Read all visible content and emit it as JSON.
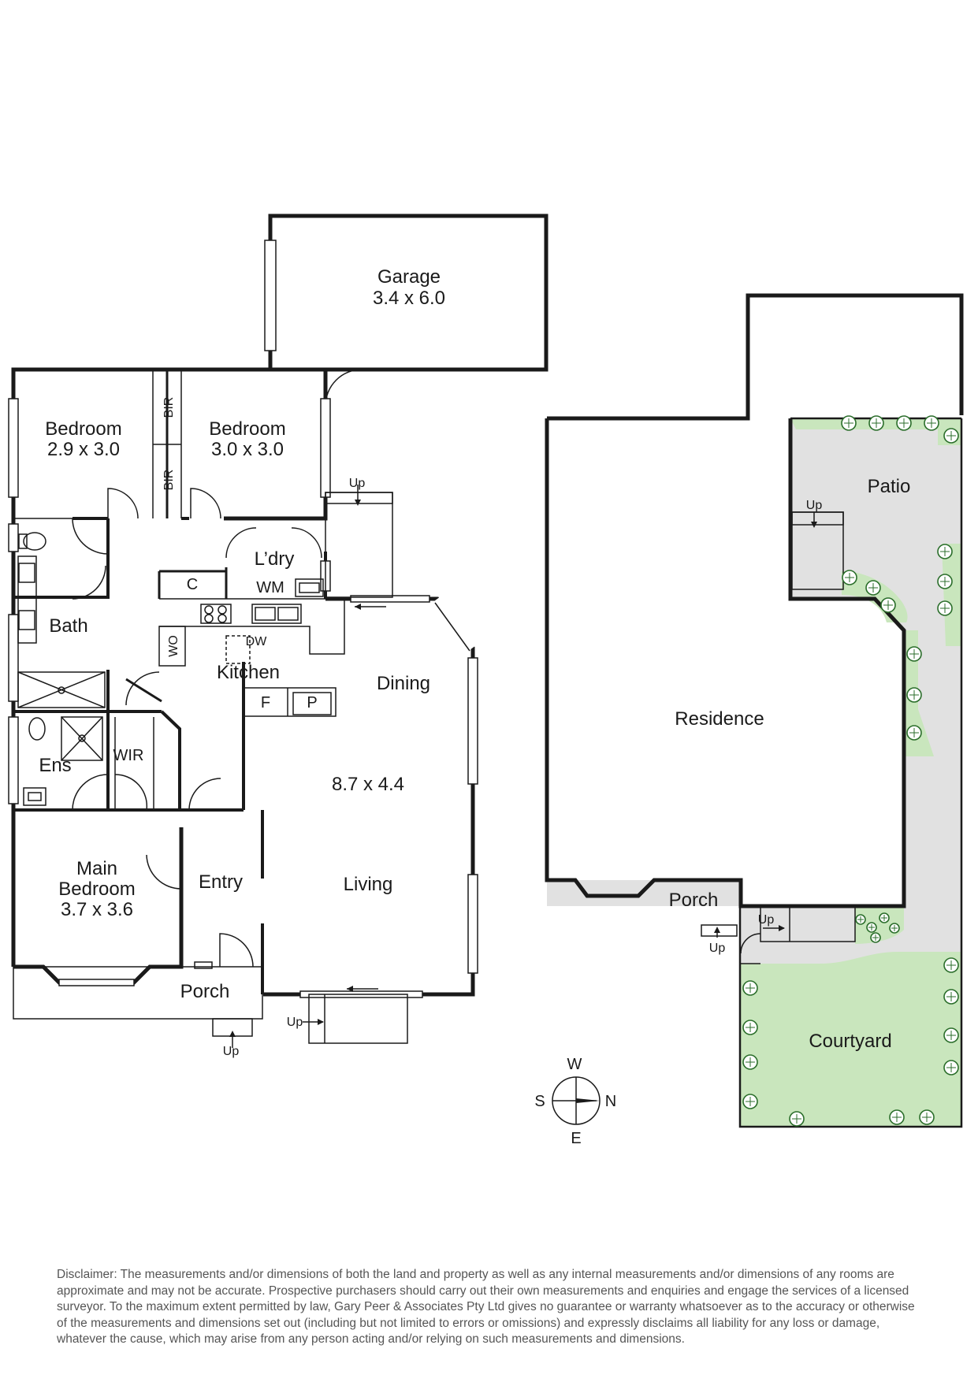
{
  "rooms": {
    "garage": {
      "name": "Garage",
      "dims": "3.4 x 6.0"
    },
    "bedroom_left": {
      "name": "Bedroom",
      "dims": "2.9 x 3.0"
    },
    "bedroom_right": {
      "name": "Bedroom",
      "dims": "3.0 x 3.0"
    },
    "bir": "BIR",
    "laundry": "L’dry",
    "wm": "WM",
    "cupboard": "C",
    "bath": "Bath",
    "wo": "WO",
    "dw": "DW",
    "kitchen": "Kitchen",
    "fridge": "F",
    "pantry": "P",
    "dining": "Dining",
    "living_dims": "8.7 x 4.4",
    "living": "Living",
    "ens": "Ens",
    "wir": "WIR",
    "main_bedroom": {
      "line1": "Main",
      "line2": "Bedroom",
      "dims": "3.7 x 3.6"
    },
    "entry": "Entry",
    "porch": "Porch",
    "up": "Up"
  },
  "site": {
    "residence": "Residence",
    "patio": "Patio",
    "porch": "Porch",
    "courtyard": "Courtyard",
    "up": "Up"
  },
  "compass": {
    "north": "N",
    "south": "S",
    "east": "E",
    "west": "W"
  },
  "colors": {
    "wall": "#1a1a1a",
    "paving": "#e1e1e1",
    "lawn": "#c9e6bd",
    "shrub": "#2b6e2b"
  },
  "disclaimer": "Disclaimer: The measurements and/or dimensions of both the land and property as well as any internal measurements and/or dimensions of any rooms are approximate and may not be accurate. Prospective purchasers should carry out their own measurements and enquiries and engage the services of a licensed surveyor. To the maximum extent permitted by law, Gary Peer & Associates Pty Ltd gives no guarantee or warranty whatsoever as to the accuracy or otherwise of the measurements and dimensions set out (including but not limited to errors or omissions) and expressly disclaims all liability for any loss or damage, whatever the cause, which may arise from any person acting and/or relying on such measurements and dimensions."
}
